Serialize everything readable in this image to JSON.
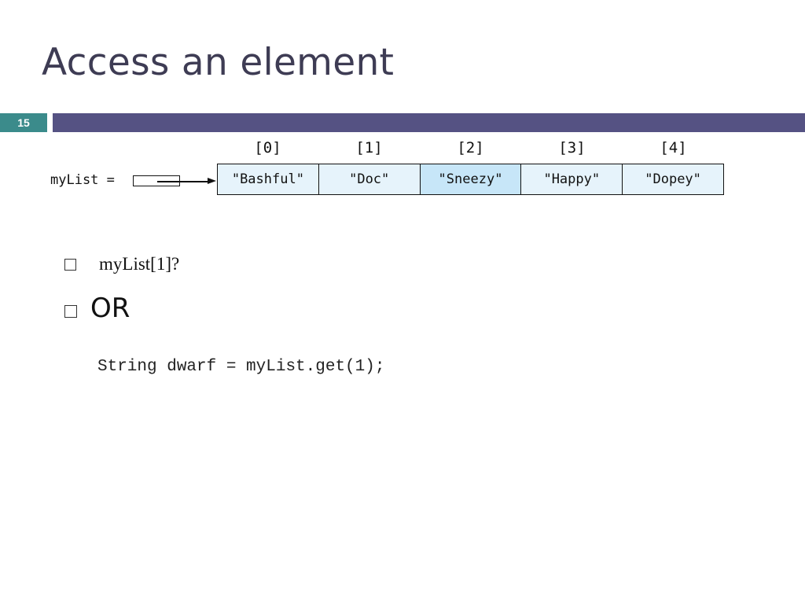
{
  "slide": {
    "title": "Access an element",
    "page_number": "15",
    "colors": {
      "title_text": "#3e3c54",
      "page_number_bg": "#3b8b8b",
      "title_bar": "#555283",
      "cell_bg": "#e6f3fb",
      "cell_highlight_bg": "#c7e6f8"
    }
  },
  "diagram": {
    "list_label": "myList =",
    "indices": [
      "[0]",
      "[1]",
      "[2]",
      "[3]",
      "[4]"
    ],
    "elements": [
      "\"Bashful\"",
      "\"Doc\"",
      "\"Sneezy\"",
      "\"Happy\"",
      "\"Dopey\""
    ],
    "highlighted_index": 2
  },
  "bullets": [
    {
      "text": "myList[1]?",
      "icon": "square-bullet-icon"
    },
    {
      "text": "OR",
      "icon": "square-bullet-icon"
    }
  ],
  "code": "String dwarf = myList.get(1);"
}
